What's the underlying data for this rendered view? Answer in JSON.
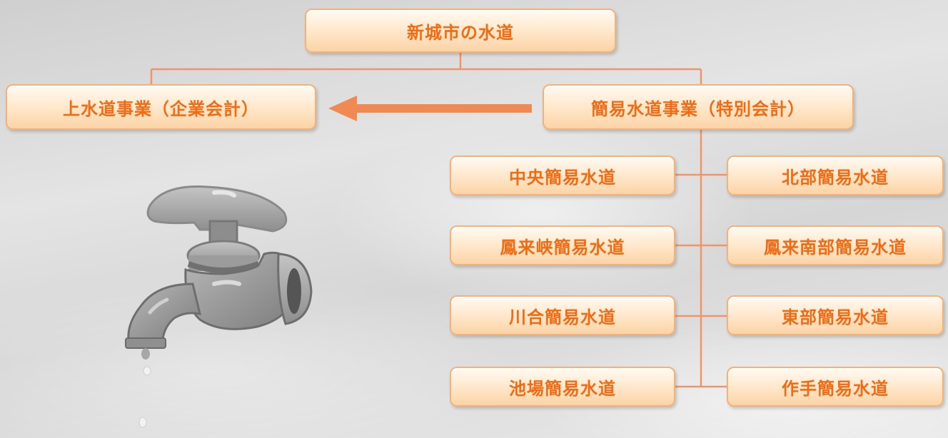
{
  "root": {
    "label": "新城市の水道"
  },
  "upper": {
    "label": "上水道事業（企業会計）"
  },
  "simple": {
    "label": "簡易水道事業（特別会計）"
  },
  "branches": {
    "chuo": "中央簡易水道",
    "hokubu": "北部簡易水道",
    "horaikyo": "鳳来峡簡易水道",
    "horainanbu": "鳳来南部簡易水道",
    "kawai": "川合簡易水道",
    "tobu": "東部簡易水道",
    "ikeba": "池場簡易水道",
    "sakute": "作手簡易水道"
  },
  "colors": {
    "accent": "#ef6b14",
    "line": "#f0956a",
    "arrow": "#f08a52"
  },
  "icons": {
    "illustration": "faucet-icon"
  }
}
